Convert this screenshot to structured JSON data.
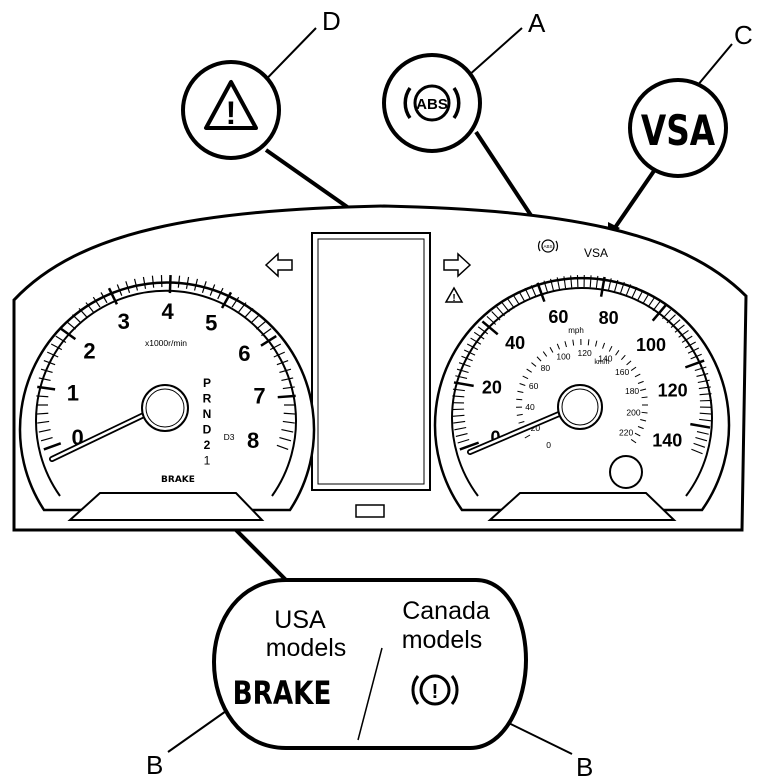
{
  "callouts": {
    "A": "A",
    "B_left": "B",
    "B_right": "B",
    "C": "C",
    "D": "D"
  },
  "callout_icons": {
    "abs": "ABS",
    "vsa": "VSA",
    "warning": "!"
  },
  "panel_indicators": {
    "abs_small": "ABS",
    "vsa_small": "VSA",
    "warning_small": "!",
    "brake_small": "BRAKE"
  },
  "tachometer": {
    "ticks": [
      "0",
      "1",
      "2",
      "3",
      "4",
      "5",
      "6",
      "7",
      "8"
    ],
    "unit": "x1000r/min",
    "gears": [
      "P",
      "R",
      "N",
      "D",
      "2",
      "1"
    ],
    "d3": "D3"
  },
  "speedometer": {
    "mph_ticks": [
      "0",
      "20",
      "40",
      "60",
      "80",
      "100",
      "120",
      "140"
    ],
    "mph_unit": "mph",
    "kmh_ticks": [
      "0",
      "20",
      "40",
      "60",
      "80",
      "100",
      "120",
      "140",
      "160",
      "180",
      "200",
      "220"
    ],
    "kmh_unit": "km/h"
  },
  "inset": {
    "usa_line1": "USA",
    "usa_line2": "models",
    "canada_line1": "Canada",
    "canada_line2": "models",
    "brake_label": "BRAKE",
    "canada_icon": "!"
  },
  "icons": {
    "turn_left": "left-turn-arrow-icon",
    "turn_right": "right-turn-arrow-icon",
    "warning": "warning-triangle-icon",
    "brake_canada": "brake-warning-icon"
  }
}
